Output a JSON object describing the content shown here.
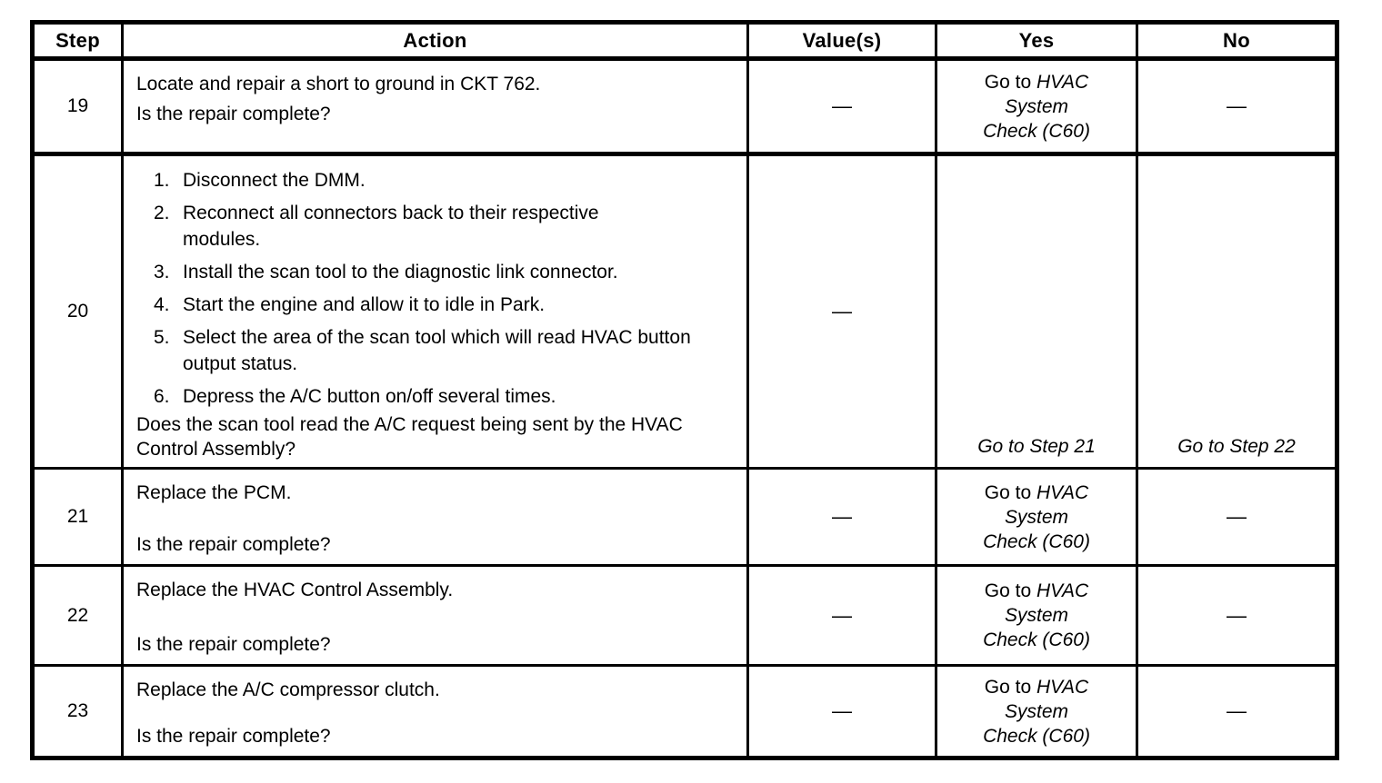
{
  "table": {
    "headers": [
      "Step",
      "Action",
      "Value(s)",
      "Yes",
      "No"
    ],
    "rows": [
      {
        "step": "19",
        "action": {
          "line1": "Locate and repair a short to ground in CKT 762.",
          "question": "Is the repair complete?"
        },
        "value": "—",
        "yes": {
          "prefix": "Go to",
          "ref_line1": "HVAC",
          "ref_line2": "System",
          "ref_line3": "Check (C60)"
        },
        "no": "—"
      },
      {
        "step": "20",
        "action": {
          "items": [
            {
              "num": "1.",
              "text": "Disconnect the DMM."
            },
            {
              "num": "2.",
              "text": "Reconnect all connectors back to their respective modules."
            },
            {
              "num": "3.",
              "text": "Install the scan tool to the diagnostic link connector."
            },
            {
              "num": "4.",
              "text": "Start the engine and allow it to idle in Park."
            },
            {
              "num": "5.",
              "text": "Select the area of the scan tool which will read HVAC button output status."
            },
            {
              "num": "6.",
              "text": "Depress the A/C button on/off several times."
            }
          ],
          "question": "Does the scan tool read the A/C request being sent by the HVAC Control Assembly?"
        },
        "value": "—",
        "yes": {
          "link": "Go to Step 21"
        },
        "no": {
          "link": "Go to Step 22"
        }
      },
      {
        "step": "21",
        "action": {
          "line1": "Replace the PCM.",
          "question": "Is the repair complete?"
        },
        "value": "—",
        "yes": {
          "prefix": "Go to",
          "ref_line1": "HVAC",
          "ref_line2": "System",
          "ref_line3": "Check (C60)"
        },
        "no": "—"
      },
      {
        "step": "22",
        "action": {
          "line1": "Replace the HVAC Control Assembly.",
          "question": "Is the repair complete?"
        },
        "value": "—",
        "yes": {
          "prefix": "Go to",
          "ref_line1": "HVAC",
          "ref_line2": "System",
          "ref_line3": "Check (C60)"
        },
        "no": "—"
      },
      {
        "step": "23",
        "action": {
          "line1": "Replace the A/C compressor clutch.",
          "question": "Is the repair complete?"
        },
        "value": "—",
        "yes": {
          "prefix": "Go to",
          "ref_line1": "HVAC",
          "ref_line2": "System",
          "ref_line3": "Check (C60)"
        },
        "no": "—"
      }
    ]
  }
}
